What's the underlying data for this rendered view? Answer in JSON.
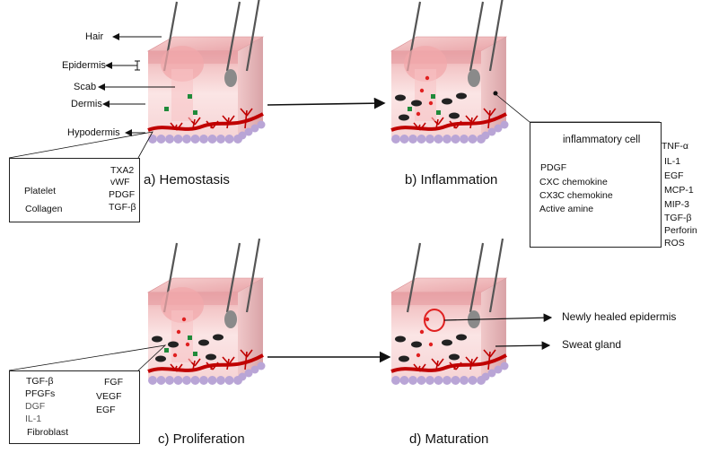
{
  "layers": {
    "hair": "Hair",
    "epidermis": "Epidermis",
    "scab": "Scab",
    "dermis": "Dermis",
    "hypodermis": "Hypodermis"
  },
  "stages": {
    "hemostasis": "a) Hemostasis",
    "inflammation": "b) Inflammation",
    "proliferation": "c) Proliferation",
    "maturation": "d) Maturation"
  },
  "hemostasis_legend": {
    "platelet": "Platelet",
    "collagen": "Collagen",
    "factors": [
      "TXA2",
      "vWF",
      "PDGF",
      "TGF-β"
    ]
  },
  "inflammation_legend": {
    "title": "inflammatory cell",
    "left": [
      "PDGF",
      "CXC chemokine",
      "CX3C chemokine",
      "Active amine"
    ],
    "right": [
      "TNF-α",
      "IL-1",
      "EGF",
      "MCP-1",
      "MIP-3",
      "TGF-β",
      "Perforin",
      "ROS"
    ]
  },
  "proliferation_legend": {
    "left": [
      "TGF-β",
      "PFGFs",
      "DGF",
      "IL-1"
    ],
    "right": [
      "FGF",
      "VEGF",
      "EGF"
    ],
    "fibroblast": "Fibroblast"
  },
  "maturation_labels": {
    "new_epidermis": "Newly healed epidermis",
    "sweat_gland": "Sweat gland"
  },
  "colors": {
    "skin_top": "#f3c2c3",
    "epidermis": "#e8a2a6",
    "dermis": "#fbe3e3",
    "vessel": "#c00000",
    "hypodermis": "#b9a5d6",
    "platelet": "#9b59b6",
    "collagen": "#5b9bd5",
    "factor_red": "#e02020",
    "cyan": "#2ec4d6"
  }
}
